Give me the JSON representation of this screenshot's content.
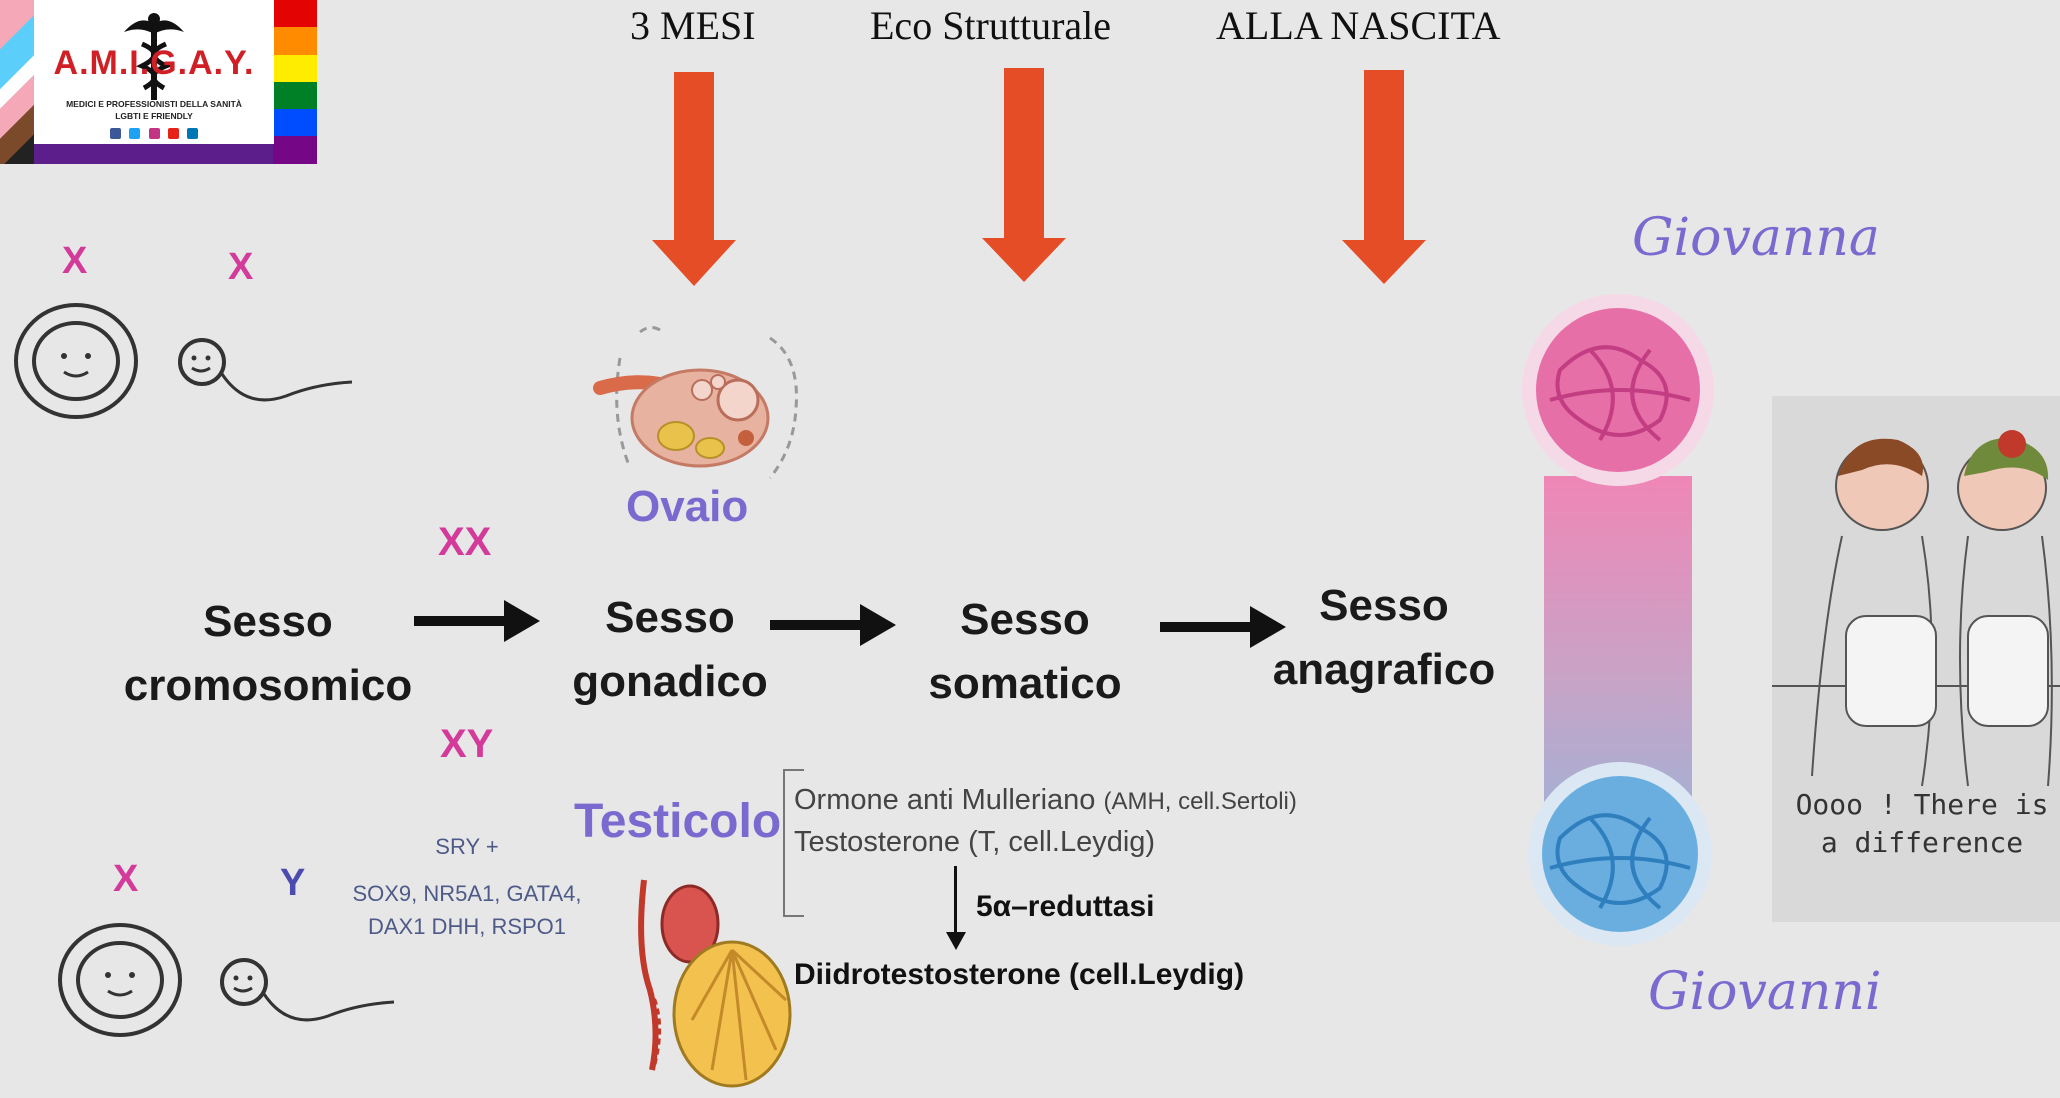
{
  "logo": {
    "title": "A.M.I.G.A.Y.",
    "subtitle_line1": "MEDICI E PROFESSIONISTI DELLA SANITÀ",
    "subtitle_line2": "LGBTI E FRIENDLY",
    "social_icons": [
      "facebook-icon",
      "twitter-icon",
      "instagram-icon",
      "youtube-icon",
      "linkedin-icon"
    ],
    "flag_colors": [
      "#e40303",
      "#ff8c00",
      "#ffed00",
      "#008026",
      "#004dff",
      "#750787"
    ]
  },
  "timeline": {
    "label_1": "3 MESI",
    "label_2": "Eco Strutturale",
    "label_3": "ALLA NASCITA",
    "arrow_color": "#e44d26"
  },
  "chromosomes": {
    "top_x1": "X",
    "top_x2": "X",
    "bottom_x": "X",
    "bottom_y": "Y",
    "xx": "XX",
    "xy": "XY"
  },
  "stages": {
    "cromosomico_1": "Sesso",
    "cromosomico_2": "cromosomico",
    "gonadico_1": "Sesso",
    "gonadico_2": "gonadico",
    "somatico_1": "Sesso",
    "somatico_2": "somatico",
    "anagrafico_1": "Sesso",
    "anagrafico_2": "anagrafico"
  },
  "gonads": {
    "ovaio": "Ovaio",
    "testicolo": "Testicolo"
  },
  "genes": {
    "line1": "SRY +",
    "line2": "SOX9, NR5A1, GATA4,",
    "line3": "DAX1 DHH, RSPO1"
  },
  "hormones": {
    "amh_main": "Ormone anti Mulleriano",
    "amh_detail": "(AMH, cell.Sertoli)",
    "testosterone": "Testosterone (T, cell.Leydig)",
    "enzyme": "5α–reduttasi",
    "dht": "Diidrotestosterone (cell.Leydig)"
  },
  "names": {
    "female": "Giovanna",
    "male": "Giovanni"
  },
  "cartoon": {
    "line1": "Oooo ! There is",
    "line2": "a difference"
  },
  "colors": {
    "pink": "#d33a9a",
    "blue": "#4b4bb0",
    "purple": "#7a6ad0",
    "arrow": "#e44d26"
  }
}
